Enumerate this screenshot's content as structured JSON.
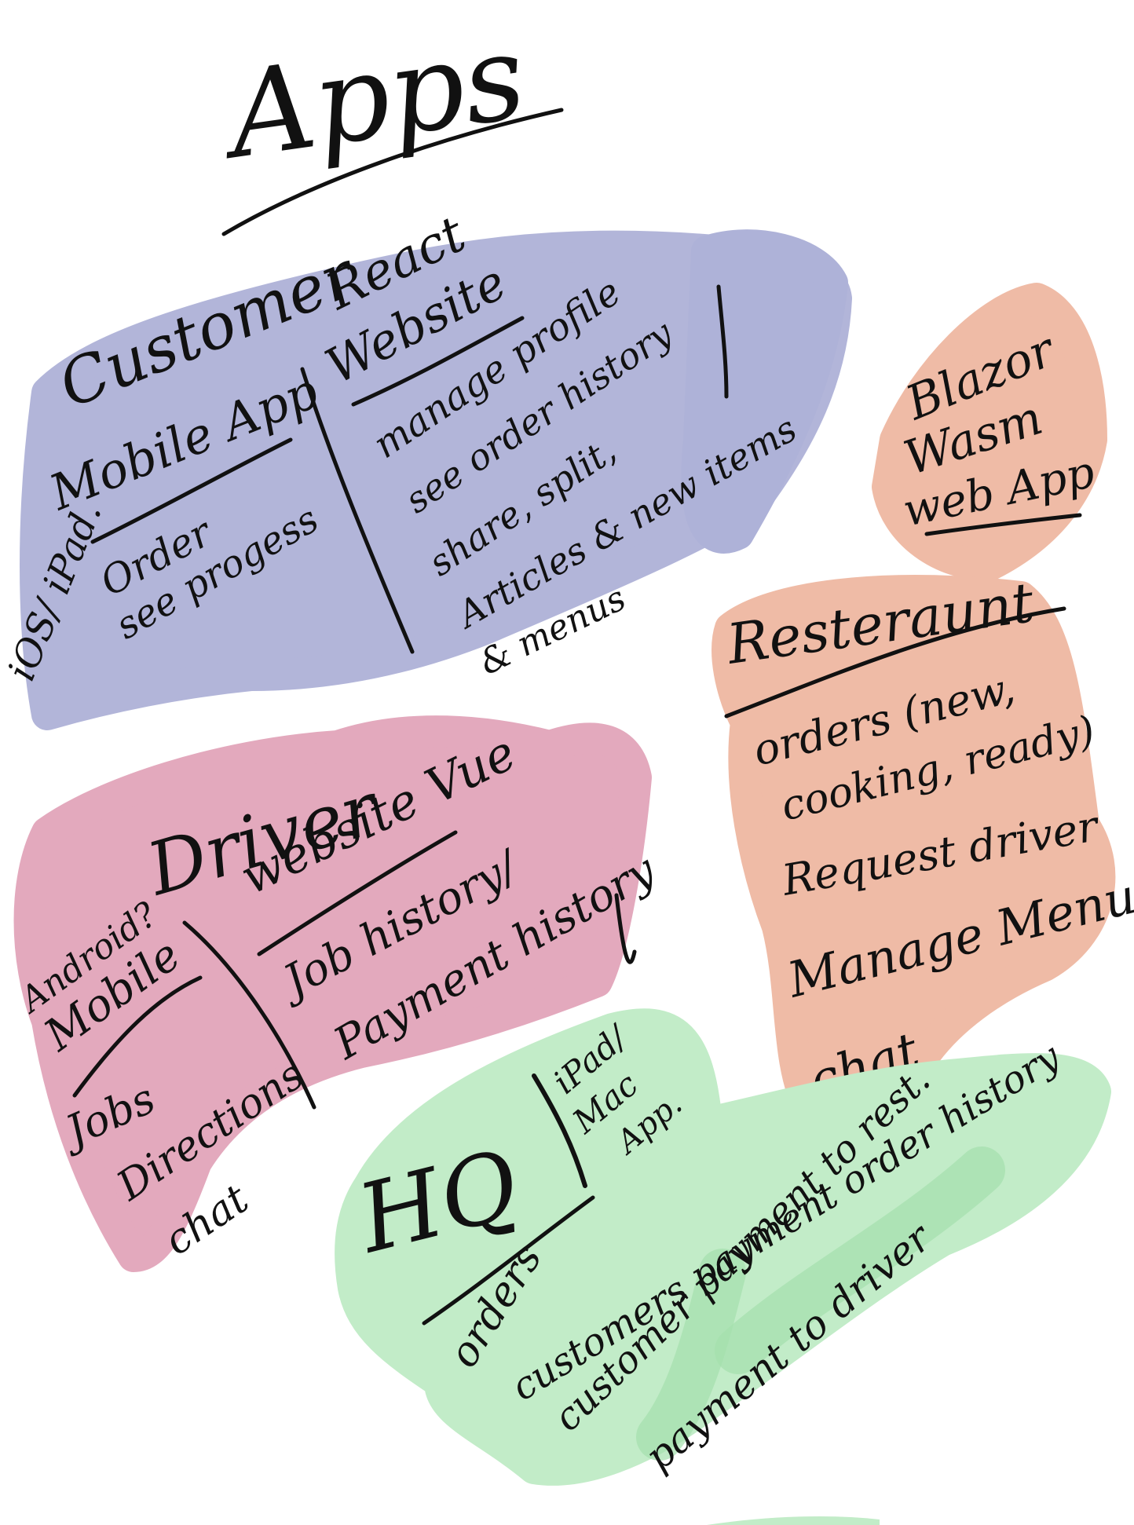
{
  "colors": {
    "customer": "#aeb2d8",
    "restaurant": "#efbba6",
    "driver": "#e3a9bd",
    "hq": "#c2ecc8",
    "hq_dark": "#a4e0ac",
    "ink": "#111111"
  },
  "title": "Apps",
  "customer": {
    "heading": "Customer",
    "mobile_title": "Mobile App",
    "platform_note": "iOS/ iPad.",
    "mobile_items": [
      "Order",
      "see progess"
    ],
    "react_label": "React",
    "website_title": "Website",
    "website_items": [
      "manage profile",
      "see order history",
      "share, split,",
      "Articles & new items",
      "& menus"
    ]
  },
  "restaurant": {
    "webapp_title": [
      "Blazor",
      "Wasm",
      "web App"
    ],
    "heading": "Resteraunt",
    "items": [
      "orders (new,",
      "cooking, ready)",
      "Request driver",
      "Manage Menu",
      "chat"
    ]
  },
  "driver": {
    "heading": "Driver",
    "mobile_note": "Android?",
    "mobile_title": "Mobile",
    "mobile_items": [
      "Jobs",
      "Directions",
      "chat"
    ],
    "website_title": "website Vue",
    "website_items": [
      "Job history/",
      "Payment history"
    ]
  },
  "hq": {
    "heading": "HQ",
    "platform_note": [
      "iPad/",
      "Mac",
      "App."
    ],
    "items": [
      "orders",
      "customers payment order history",
      "customer payment to rest.",
      "payment to driver"
    ]
  }
}
